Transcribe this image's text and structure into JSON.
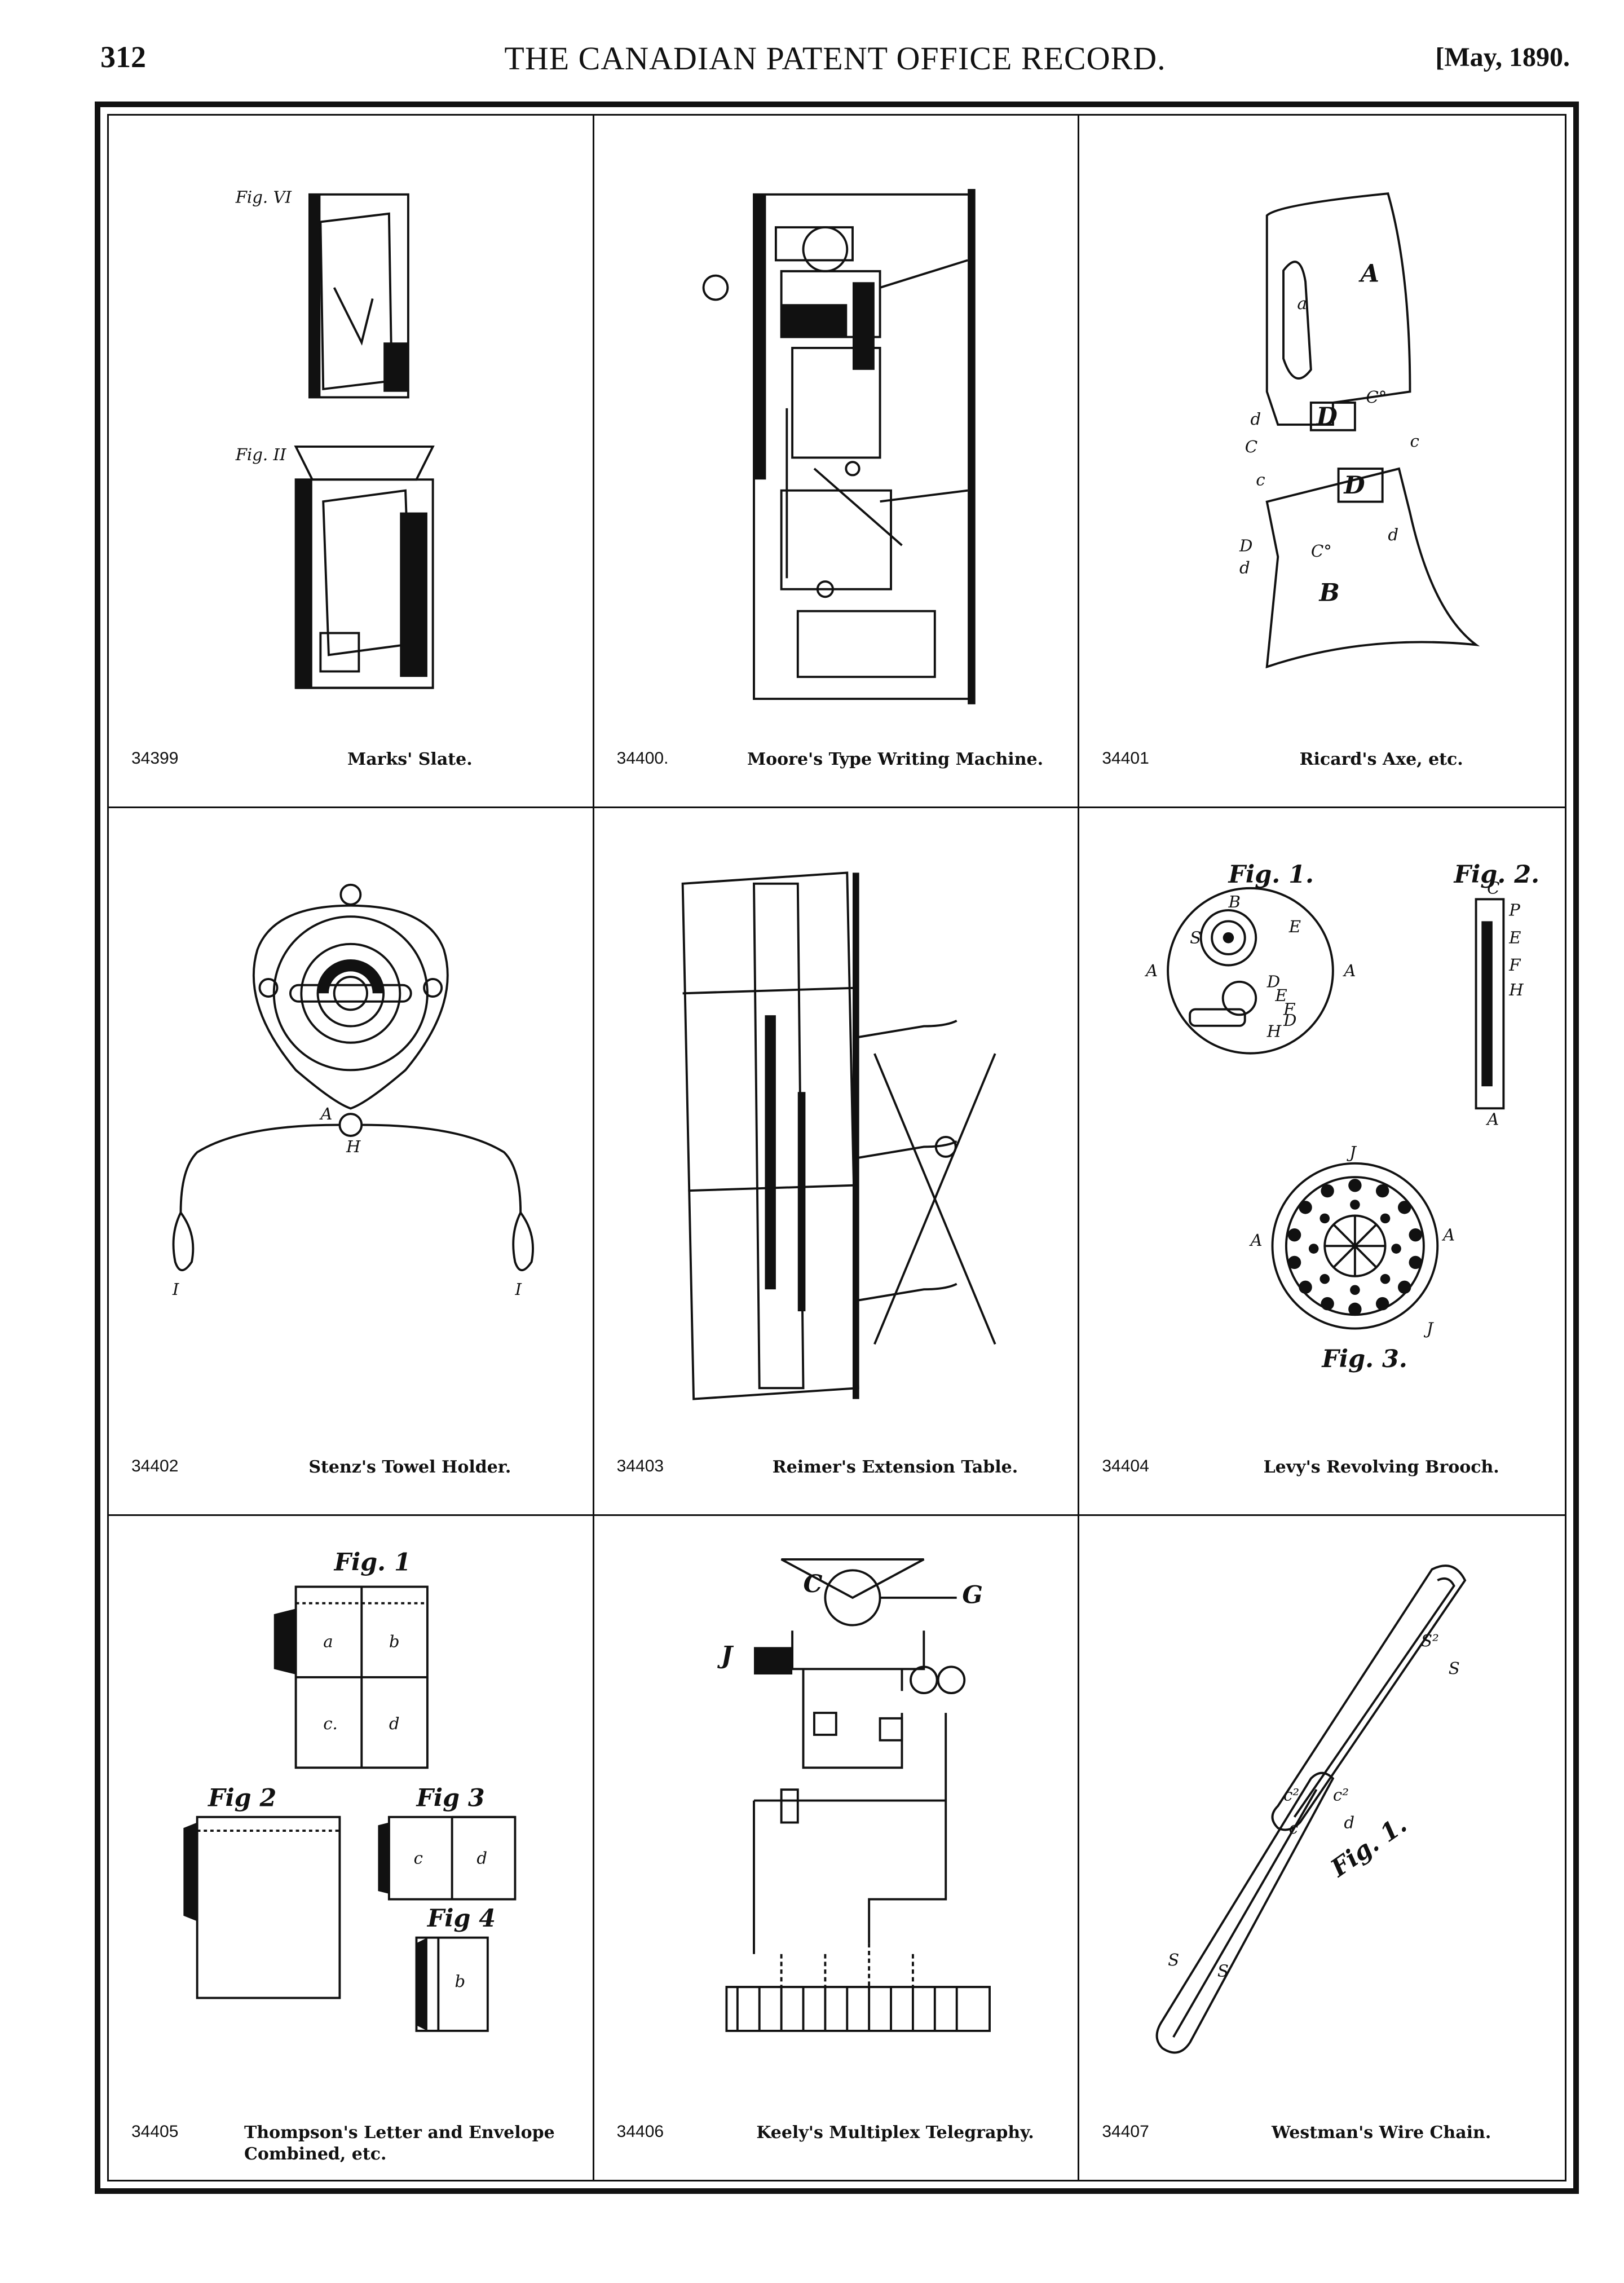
{
  "header": {
    "page_number": "312",
    "title": "THE CANADIAN PATENT OFFICE RECORD.",
    "date": "[May, 1890."
  },
  "patents": [
    {
      "number": "34399",
      "name": "Marks' Slate."
    },
    {
      "number": "34400.",
      "name": "Moore's Type Writing Machine."
    },
    {
      "number": "34401",
      "name": "Ricard's Axe, etc."
    },
    {
      "number": "34402",
      "name": "Stenz's Towel Holder."
    },
    {
      "number": "34403",
      "name": "Reimer's Extension Table."
    },
    {
      "number": "34404",
      "name": "Levy's Revolving Brooch."
    },
    {
      "number": "34405",
      "name": "Thompson's Letter and Envelope Combined, etc."
    },
    {
      "number": "34406",
      "name": "Keely's Multiplex Telegraphy."
    },
    {
      "number": "34407",
      "name": "Westman's Wire Chain."
    }
  ],
  "figure_labels": {
    "slate": [
      "Fig. VI",
      "Fig. II"
    ],
    "axe": [
      "A",
      "a",
      "D",
      "C",
      "d",
      "c",
      "C°",
      "D",
      "c",
      "B",
      "C°",
      "d",
      "D",
      "d"
    ],
    "towel": [
      "A",
      "H",
      "I",
      "I"
    ],
    "brooch": [
      "Fig. 1.",
      "Fig. 2.",
      "S",
      "A",
      "A",
      "H",
      "D",
      "E",
      "F",
      "J",
      "A",
      "A",
      "J",
      "Fig. 3.",
      "A",
      "C",
      "B",
      "E",
      "D",
      "P",
      "E",
      "F",
      "H"
    ],
    "envelope": [
      "Fig. 1",
      "a",
      "b",
      "c.",
      "d",
      "Fig 2",
      "Fig 3",
      "c",
      "d",
      "Fig 4",
      "b"
    ],
    "telegraph": [
      "C",
      "G",
      "J"
    ],
    "chain": [
      "Fig. 1.",
      "S",
      "S",
      "S²",
      "S",
      "c²",
      "c²",
      "c",
      "d"
    ]
  }
}
